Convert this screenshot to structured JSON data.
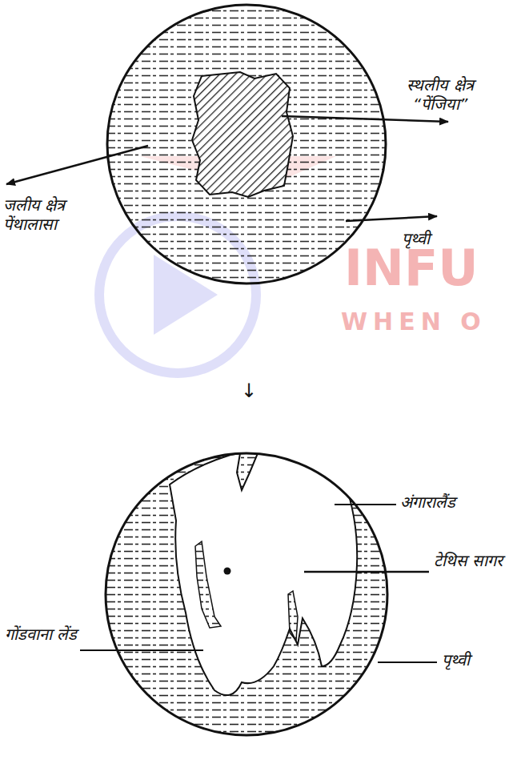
{
  "diagram": {
    "labels": [
      "स्थलीय क्षेत्र “पेंजिया”",
      "जलीय क्षेत्र पेंथालासा",
      "पृथ्वी",
      "INFU",
      "WHEN O",
      "↓",
      "अंगारालैंड",
      "टेथिस सागर",
      "गोंडवाना लेंड",
      "पृथ्वी"
    ]
  }
}
